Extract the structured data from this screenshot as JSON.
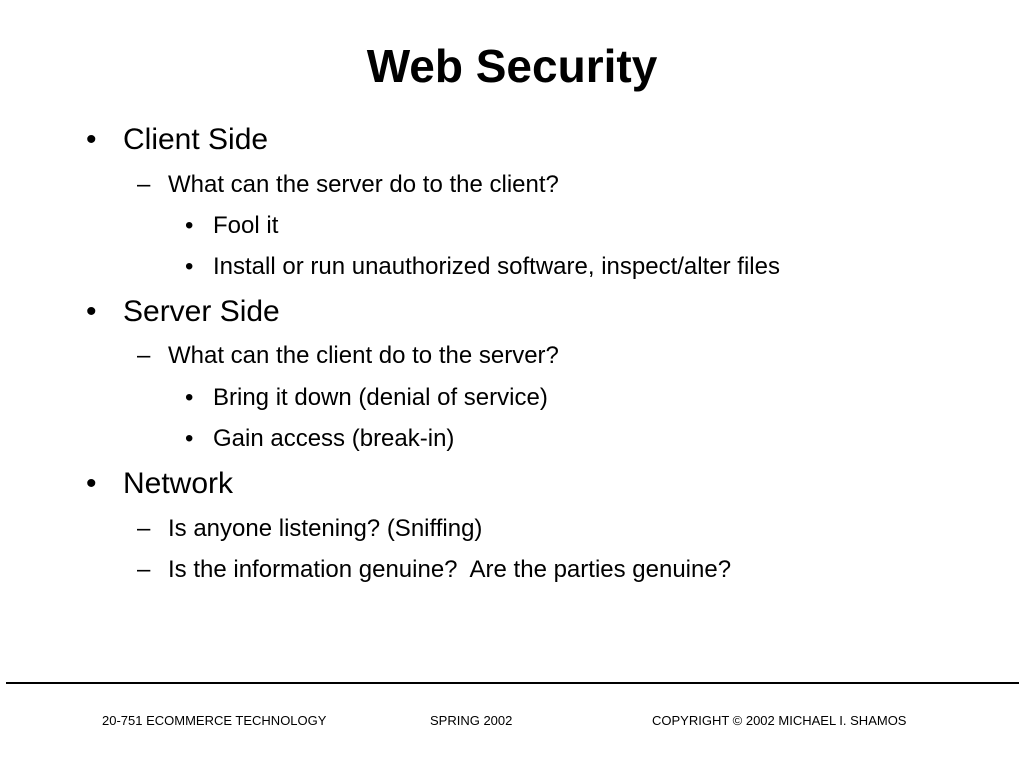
{
  "slide": {
    "title": "Web Security",
    "markers": {
      "level1": "•",
      "level2": "–",
      "level3": "•"
    },
    "bullets": [
      {
        "level": 1,
        "text": "Client Side"
      },
      {
        "level": 2,
        "text": "What can the server do to the client?"
      },
      {
        "level": 3,
        "text": "Fool it"
      },
      {
        "level": 3,
        "text": "Install or run unauthorized software, inspect/alter files"
      },
      {
        "level": 1,
        "text": "Server Side"
      },
      {
        "level": 2,
        "text": "What can the client do to the server?"
      },
      {
        "level": 3,
        "text": "Bring it down (denial of service)"
      },
      {
        "level": 3,
        "text": "Gain access (break-in)"
      },
      {
        "level": 1,
        "text": "Network"
      },
      {
        "level": 2,
        "text": "Is anyone listening? (Sniffing)"
      },
      {
        "level": 2,
        "text": "Is the information genuine?  Are the parties genuine?"
      }
    ]
  },
  "footer": {
    "course": "20-751 ECOMMERCE TECHNOLOGY",
    "term": "SPRING 2002",
    "copyright": "COPYRIGHT © 2002 MICHAEL I. SHAMOS"
  }
}
